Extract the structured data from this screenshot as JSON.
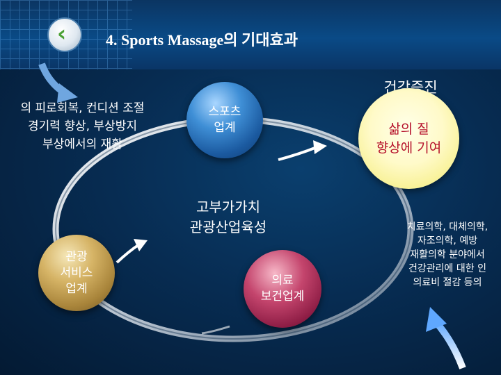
{
  "header": {
    "title": "4. Sports Massage의 기대효과",
    "back_button_icon": "chevron-left-icon"
  },
  "left_text": {
    "lines": [
      "의 피로회복, 컨디션 조절",
      "경기력 향상, 부상방지",
      "부상에서의 재활"
    ]
  },
  "spheres": {
    "sports": {
      "lines": [
        "스포츠",
        "업계"
      ]
    },
    "quality": {
      "lines": [
        "삶의 질",
        "향상에 기여"
      ]
    },
    "tourism": {
      "lines": [
        "관광",
        "서비스",
        "업계"
      ]
    },
    "medical": {
      "lines": [
        "의료",
        "보건업계"
      ]
    }
  },
  "health_label": "건강증진",
  "middle_text": {
    "lines": [
      "고부가가치",
      "관광산업육성"
    ]
  },
  "right_text": {
    "lines": [
      "치료의학, 대체의학,",
      "자조의학, 예방",
      "재활의학 분야에서",
      "건강관리에 대한 인",
      "의료비 절감 등의"
    ]
  },
  "colors": {
    "background": "#072c52",
    "sphere_yellow_text": "#b5102a",
    "accent_green": "#4aa034"
  }
}
